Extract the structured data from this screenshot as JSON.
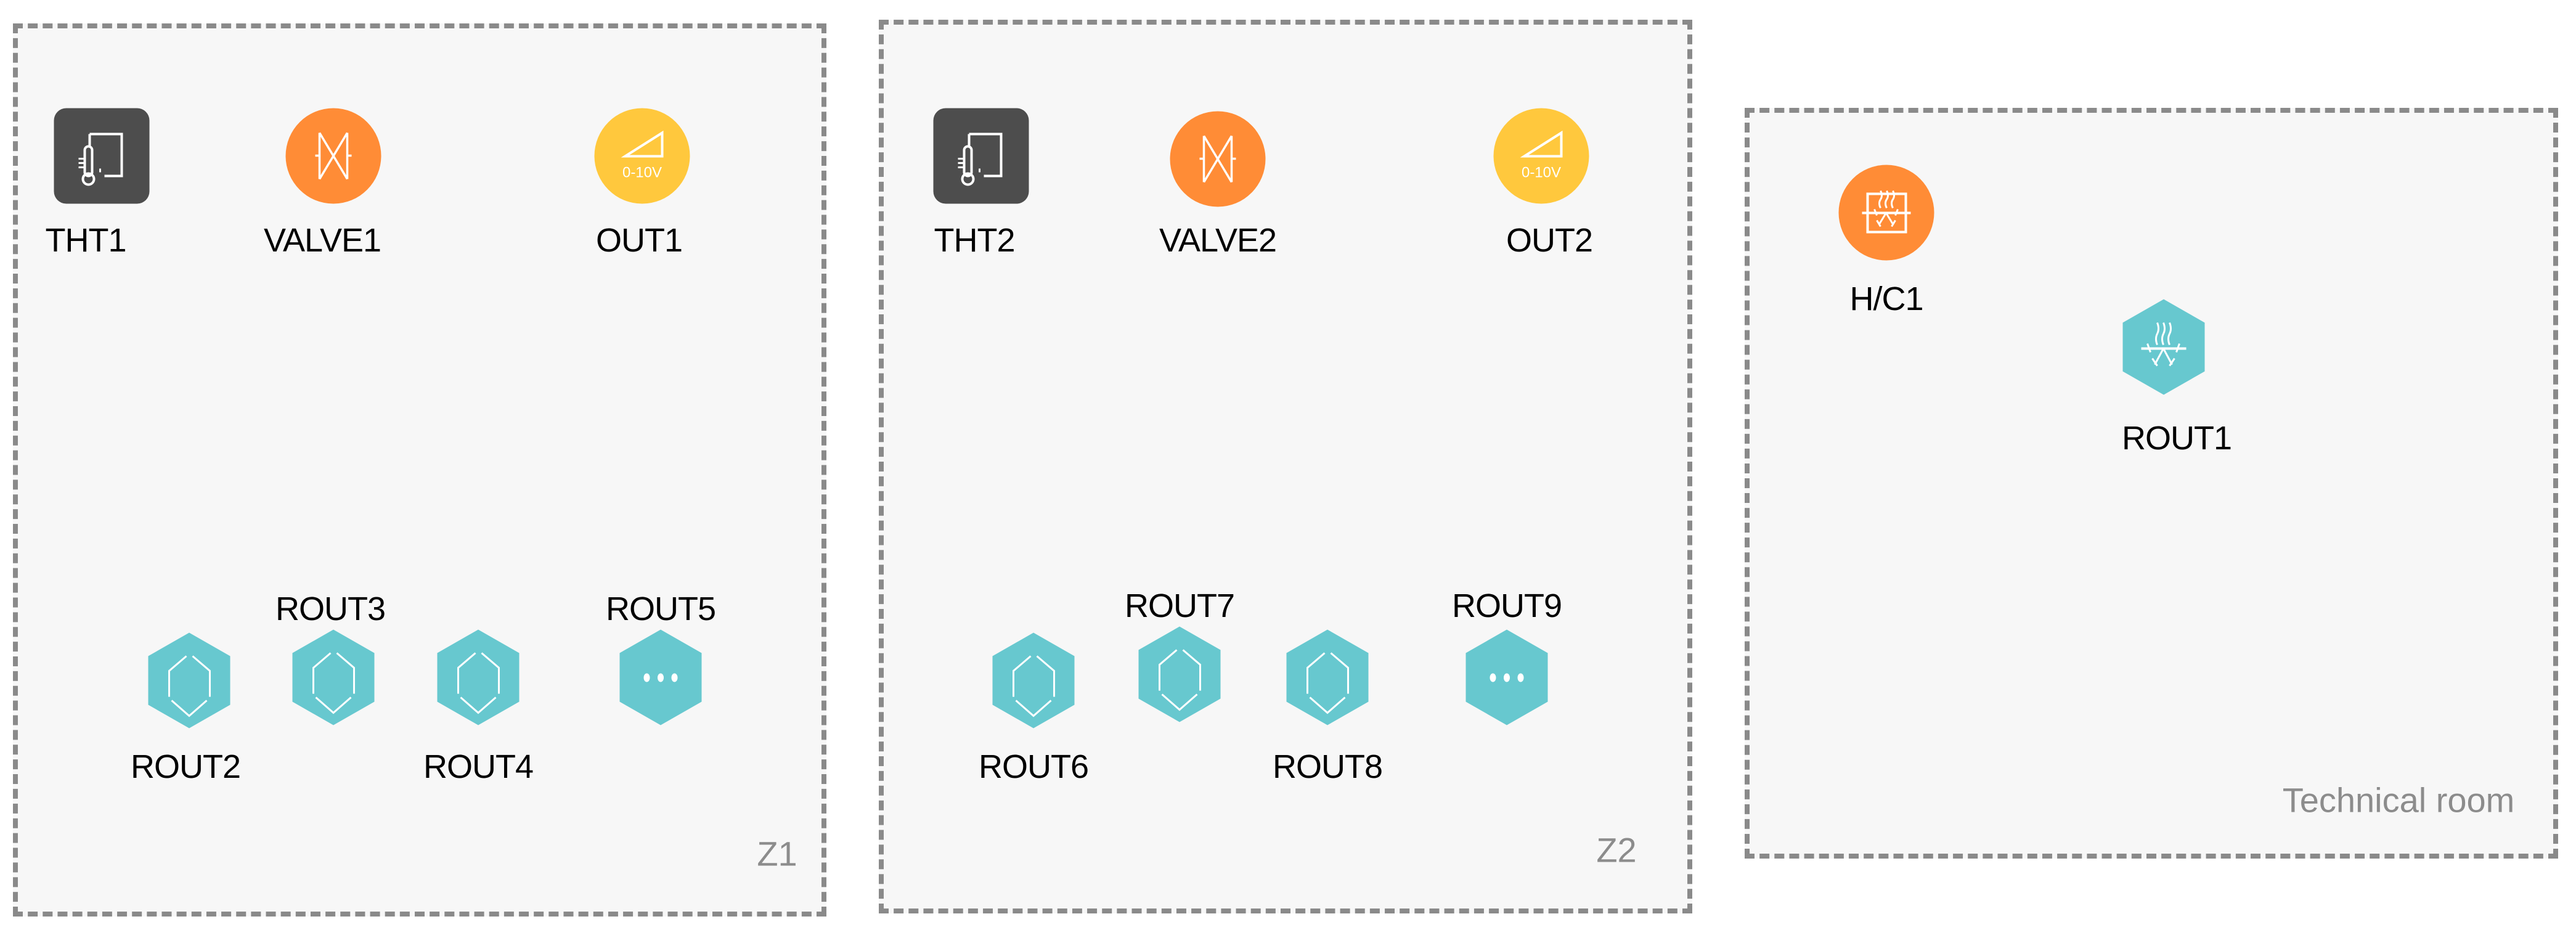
{
  "colors": {
    "thermostat": "#4d4d4d",
    "valve": "#ff8c36",
    "output": "#ffc83d",
    "router": "#67c8cf",
    "heat_cool": "#ff8c36",
    "zone_bg": "#f7f7f7",
    "zone_border": "#8a8a8a"
  },
  "zones": [
    {
      "label": "Z1",
      "devices": {
        "thermostat": {
          "label": "THT1",
          "icon": "thermostat-icon"
        },
        "valve": {
          "label": "VALVE1",
          "icon": "valve-icon"
        },
        "output": {
          "label": "OUT1",
          "icon": "analog-output-icon",
          "icon_text": "0-10V"
        },
        "routers": [
          {
            "label": "ROUT2",
            "icon": "hexagon-outline-icon"
          },
          {
            "label": "ROUT3",
            "icon": "hexagon-outline-icon"
          },
          {
            "label": "ROUT4",
            "icon": "hexagon-outline-icon"
          },
          {
            "label": "ROUT5",
            "icon": "more-dots-icon"
          }
        ]
      }
    },
    {
      "label": "Z2",
      "devices": {
        "thermostat": {
          "label": "THT2",
          "icon": "thermostat-icon"
        },
        "valve": {
          "label": "VALVE2",
          "icon": "valve-icon"
        },
        "output": {
          "label": "OUT2",
          "icon": "analog-output-icon",
          "icon_text": "0-10V"
        },
        "routers": [
          {
            "label": "ROUT6",
            "icon": "hexagon-outline-icon"
          },
          {
            "label": "ROUT7",
            "icon": "hexagon-outline-icon"
          },
          {
            "label": "ROUT8",
            "icon": "hexagon-outline-icon"
          },
          {
            "label": "ROUT9",
            "icon": "more-dots-icon"
          }
        ]
      }
    },
    {
      "label": "Technical room",
      "devices": {
        "heat_cool": {
          "label": "H/C1",
          "icon": "heat-cool-icon"
        },
        "router": {
          "label": "ROUT1",
          "icon": "heat-cool-icon"
        }
      }
    }
  ]
}
